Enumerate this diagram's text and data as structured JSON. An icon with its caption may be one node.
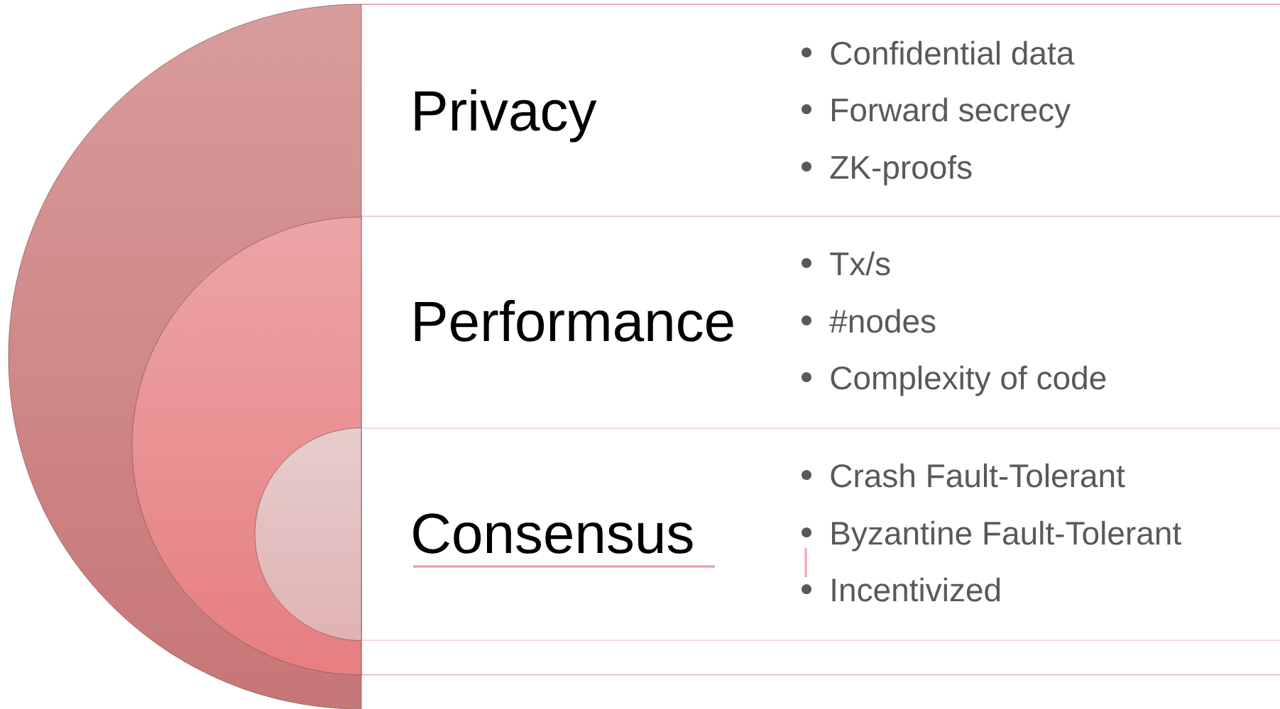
{
  "diagram": {
    "nodes": [
      {
        "text": [
          "Privacy",
          "Confidential data",
          "Forward secrecy",
          "ZK-proofs"
        ]
      },
      {
        "text": [
          "Performance",
          "Tx/s",
          "#nodes",
          "Complexity of code"
        ]
      },
      {
        "text": [
          "Consensus",
          "Crash Fault-Tolerant",
          "Byzantine Fault-Tolerant",
          "Incentivized"
        ]
      }
    ]
  }
}
